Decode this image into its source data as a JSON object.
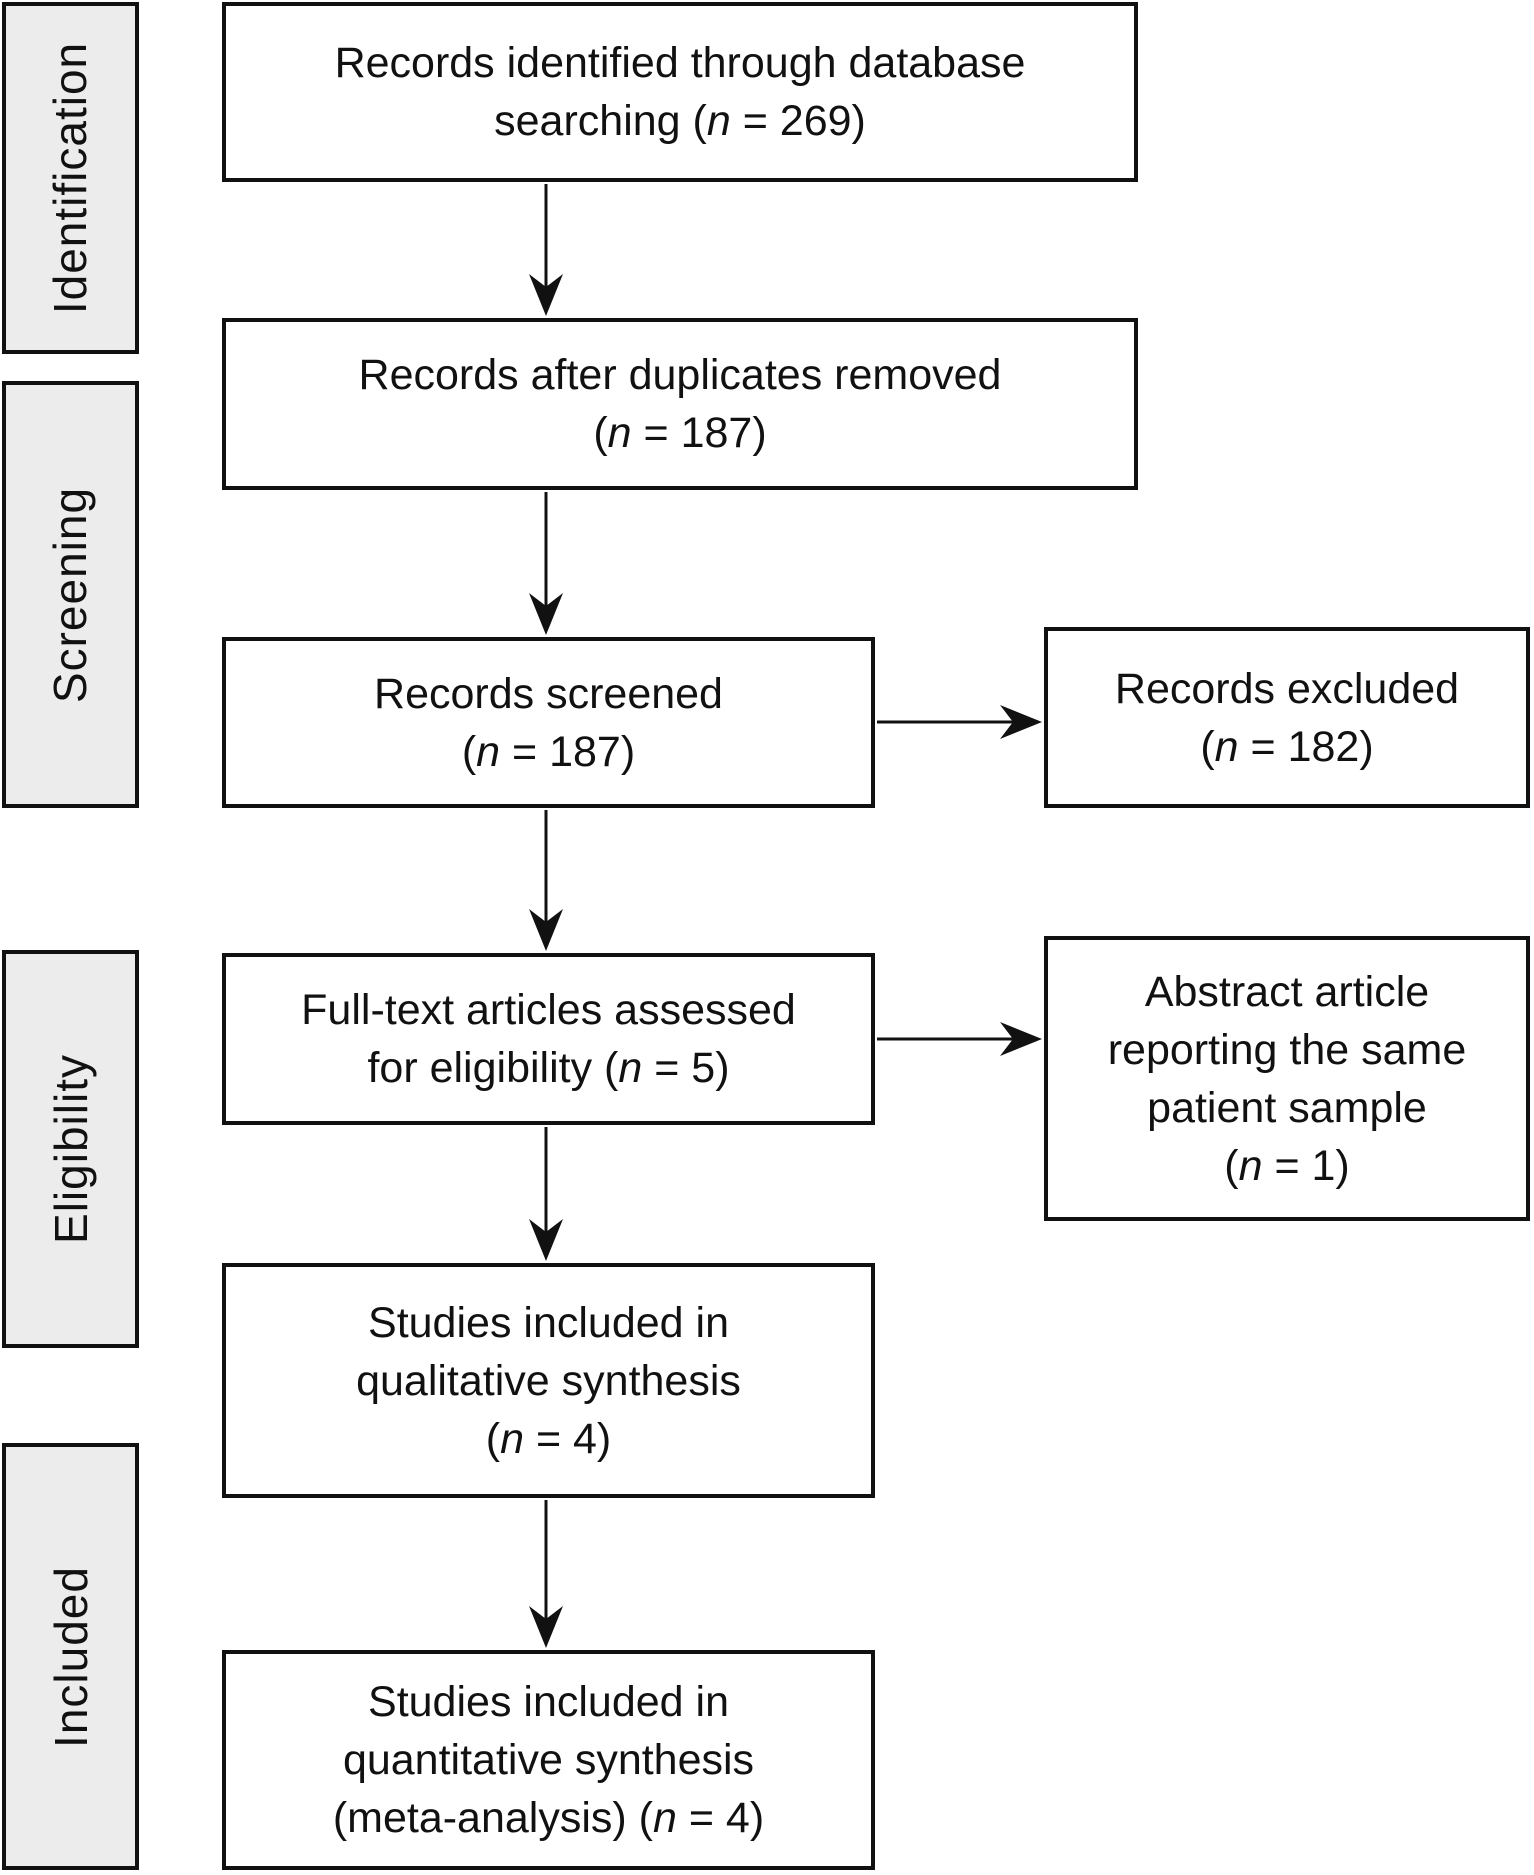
{
  "colors": {
    "ink": "#111111",
    "stage_fill": "#ececec",
    "box_fill": "#ffffff"
  },
  "stages": [
    {
      "label": "Identification"
    },
    {
      "label": "Screening"
    },
    {
      "label": "Eligibility"
    },
    {
      "label": "Included"
    }
  ],
  "boxes": {
    "identified": {
      "lines": [
        [
          {
            "t": "Records identified through database"
          }
        ],
        [
          {
            "t": "searching ("
          },
          {
            "t": "n",
            "italic": true
          },
          {
            "t": " = 269)"
          }
        ]
      ]
    },
    "duplicates_removed": {
      "lines": [
        [
          {
            "t": "Records after duplicates removed"
          }
        ],
        [
          {
            "t": "("
          },
          {
            "t": "n",
            "italic": true
          },
          {
            "t": " = 187)"
          }
        ]
      ]
    },
    "screened": {
      "lines": [
        [
          {
            "t": "Records screened"
          }
        ],
        [
          {
            "t": "("
          },
          {
            "t": "n",
            "italic": true
          },
          {
            "t": " = 187)"
          }
        ]
      ]
    },
    "excluded": {
      "lines": [
        [
          {
            "t": "Records excluded"
          }
        ],
        [
          {
            "t": "("
          },
          {
            "t": "n",
            "italic": true
          },
          {
            "t": " = 182)"
          }
        ]
      ]
    },
    "fulltext_assessed": {
      "lines": [
        [
          {
            "t": "Full-text articles assessed"
          }
        ],
        [
          {
            "t": "for eligibility ("
          },
          {
            "t": "n",
            "italic": true
          },
          {
            "t": " = 5)"
          }
        ]
      ]
    },
    "abstract_same_sample": {
      "lines": [
        [
          {
            "t": "Abstract article"
          }
        ],
        [
          {
            "t": "reporting the same"
          }
        ],
        [
          {
            "t": "patient sample"
          }
        ],
        [
          {
            "t": "("
          },
          {
            "t": "n",
            "italic": true
          },
          {
            "t": " = 1)"
          }
        ]
      ]
    },
    "qualitative_synthesis": {
      "lines": [
        [
          {
            "t": "Studies included in"
          }
        ],
        [
          {
            "t": "qualitative synthesis"
          }
        ],
        [
          {
            "t": "("
          },
          {
            "t": "n",
            "italic": true
          },
          {
            "t": " = 4)"
          }
        ]
      ]
    },
    "quantitative_synthesis": {
      "lines": [
        [
          {
            "t": "Studies included in"
          }
        ],
        [
          {
            "t": "quantitative synthesis"
          }
        ],
        [
          {
            "t": "(meta-analysis) ("
          },
          {
            "t": "n",
            "italic": true
          },
          {
            "t": " = 4)"
          }
        ]
      ]
    }
  }
}
